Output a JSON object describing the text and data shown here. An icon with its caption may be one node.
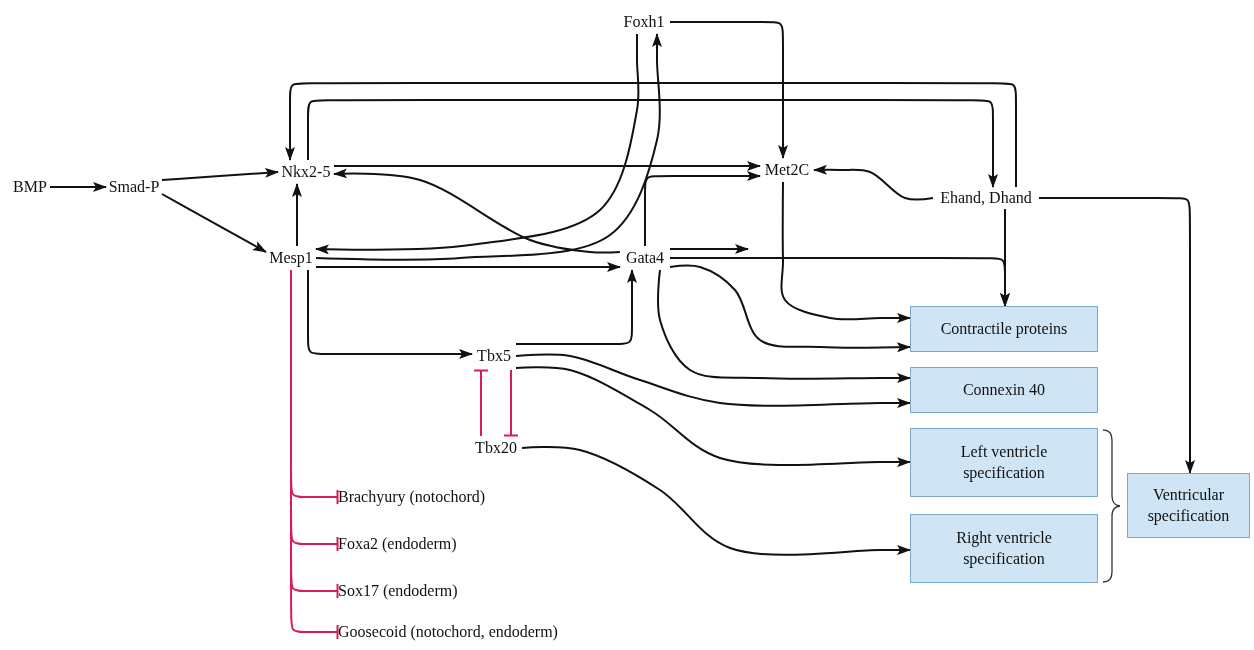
{
  "diagram": {
    "nodes": [
      {
        "text": [
          "BMP"
        ]
      },
      {
        "text": [
          "Smad-P"
        ]
      },
      {
        "text": [
          "Nkx2-5"
        ]
      },
      {
        "text": [
          "Mesp1"
        ]
      },
      {
        "text": [
          "Foxh1"
        ]
      },
      {
        "text": [
          "Met2C"
        ]
      },
      {
        "text": [
          "Ehand, Dhand"
        ]
      },
      {
        "text": [
          "Gata4"
        ]
      },
      {
        "text": [
          "Tbx5"
        ]
      },
      {
        "text": [
          "Tbx20"
        ]
      },
      {
        "text": [
          "Contractile proteins"
        ]
      },
      {
        "text": [
          "Connexin 40"
        ]
      },
      {
        "text": [
          "Left ventricle specification"
        ]
      },
      {
        "text": [
          "Right ventricle specification"
        ]
      },
      {
        "text": [
          "Ventricular specification"
        ]
      },
      {
        "text": [
          "Brachyury (notochord)"
        ]
      },
      {
        "text": [
          "Foxa2 (endoderm)"
        ]
      },
      {
        "text": [
          "Sox17 (endoderm)"
        ]
      },
      {
        "text": [
          "Goosecoid (notochord, endoderm)"
        ]
      }
    ],
    "edges": [
      {
        "from": 0,
        "to": 1,
        "arrow": "to"
      },
      {
        "from": 1,
        "to": 2,
        "arrow": "to"
      },
      {
        "from": 1,
        "to": 3,
        "arrow": "to"
      },
      {
        "from": 3,
        "to": 2,
        "arrow": "to"
      },
      {
        "from": 2,
        "to": 5,
        "arrow": "to"
      },
      {
        "from": 7,
        "to": 2,
        "arrow": "to"
      },
      {
        "from": 4,
        "to": 3,
        "arrow": "to"
      },
      {
        "from": 3,
        "to": 4,
        "arrow": "to"
      },
      {
        "from": 6,
        "to": 2,
        "arrow": "to"
      },
      {
        "from": 2,
        "to": 6,
        "arrow": "to"
      },
      {
        "from": 4,
        "to": 5,
        "arrow": "to"
      },
      {
        "from": 7,
        "to": 5,
        "arrow": "to"
      },
      {
        "from": 6,
        "to": 5,
        "arrow": "to"
      },
      {
        "from": 3,
        "to": 7,
        "arrow": "to"
      },
      {
        "from": 7,
        "to": null,
        "arrow": "to"
      },
      {
        "from": 7,
        "to": 10,
        "arrow": "to"
      },
      {
        "from": 6,
        "to": 10,
        "arrow": "to"
      },
      {
        "from": 5,
        "to": 10,
        "arrow": "to"
      },
      {
        "from": 7,
        "to": 10,
        "arrow": "to"
      },
      {
        "from": 7,
        "to": 11,
        "arrow": "to"
      },
      {
        "from": 3,
        "to": 8,
        "arrow": "to"
      },
      {
        "from": 8,
        "to": 7,
        "arrow": "to"
      },
      {
        "from": 8,
        "to": 11,
        "arrow": "to"
      },
      {
        "from": 8,
        "to": 12,
        "arrow": "to"
      },
      {
        "from": 9,
        "to": 13,
        "arrow": "to"
      },
      {
        "from": 6,
        "to": 14,
        "arrow": "to"
      },
      {
        "from": 9,
        "to": 8,
        "arrow": "other",
        "color": "#d81b60"
      },
      {
        "from": 8,
        "to": 9,
        "arrow": "other",
        "color": "#d81b60"
      },
      {
        "from": 3,
        "to": 15,
        "arrow": "other",
        "color": "#d81b60"
      },
      {
        "from": 3,
        "to": 16,
        "arrow": "other",
        "color": "#d81b60"
      },
      {
        "from": 3,
        "to": 17,
        "arrow": "other",
        "color": "#d81b60"
      },
      {
        "from": 3,
        "to": 18,
        "arrow": "other",
        "color": "#d81b60"
      }
    ]
  }
}
